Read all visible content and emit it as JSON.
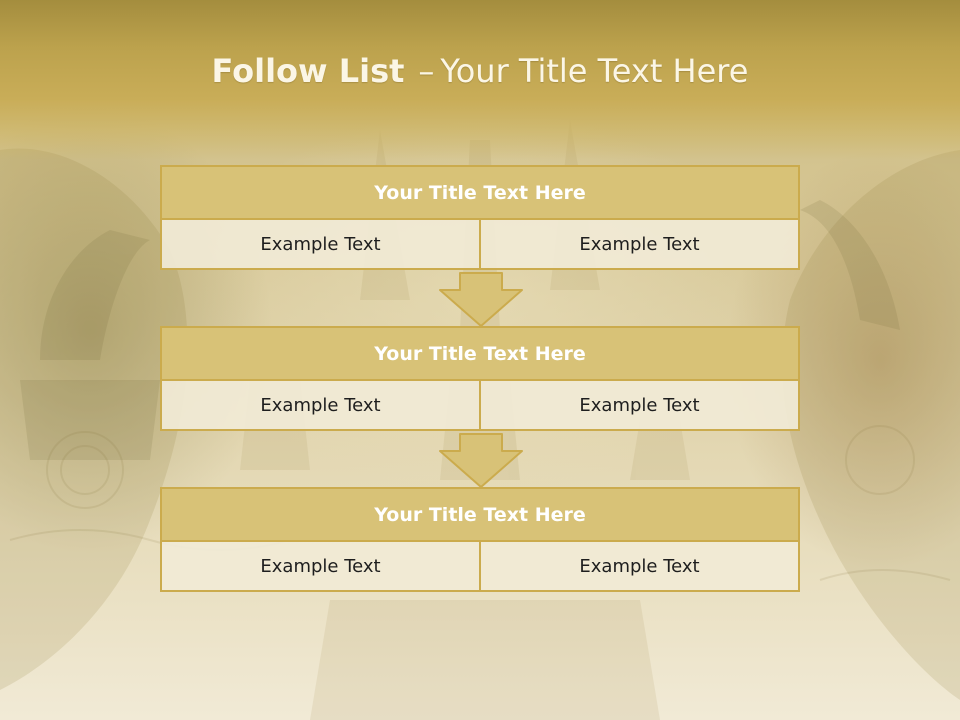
{
  "slide": {
    "title_bold": "Follow List",
    "title_sep": "–",
    "title_rest": "Your Title Text Here"
  },
  "flow": {
    "blocks": [
      {
        "title": "Your Title Text Here",
        "left": "Example Text",
        "right": "Example Text"
      },
      {
        "title": "Your Title Text Here",
        "left": "Example Text",
        "right": "Example Text"
      },
      {
        "title": "Your Title Text Here",
        "left": "Example Text",
        "right": "Example Text"
      }
    ]
  },
  "colors": {
    "header_fill": "#d8c277",
    "border": "#cbab4d",
    "cell_fill": "#f1ead6",
    "title_text": "#ffffff",
    "body_text": "#1e1e1e"
  }
}
